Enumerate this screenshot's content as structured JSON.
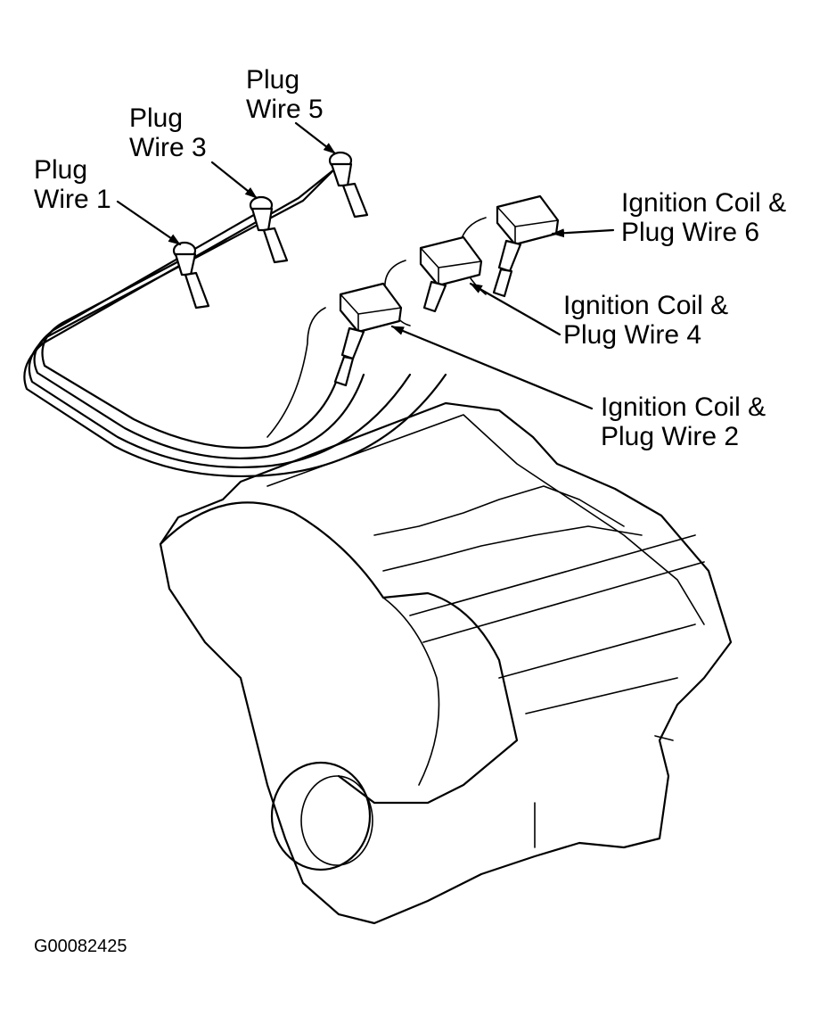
{
  "labels": {
    "plug_wire_1": {
      "line1": "Plug",
      "line2": "Wire 1"
    },
    "plug_wire_3": {
      "line1": "Plug",
      "line2": "Wire 3"
    },
    "plug_wire_5": {
      "line1": "Plug",
      "line2": "Wire 5"
    },
    "coil_6": {
      "line1": "Ignition Coil &",
      "line2": "Plug Wire 6"
    },
    "coil_4": {
      "line1": "Ignition Coil &",
      "line2": "Plug Wire 4"
    },
    "coil_2": {
      "line1": "Ignition Coil &",
      "line2": "Plug Wire 2"
    }
  },
  "figure_id": "G00082425"
}
